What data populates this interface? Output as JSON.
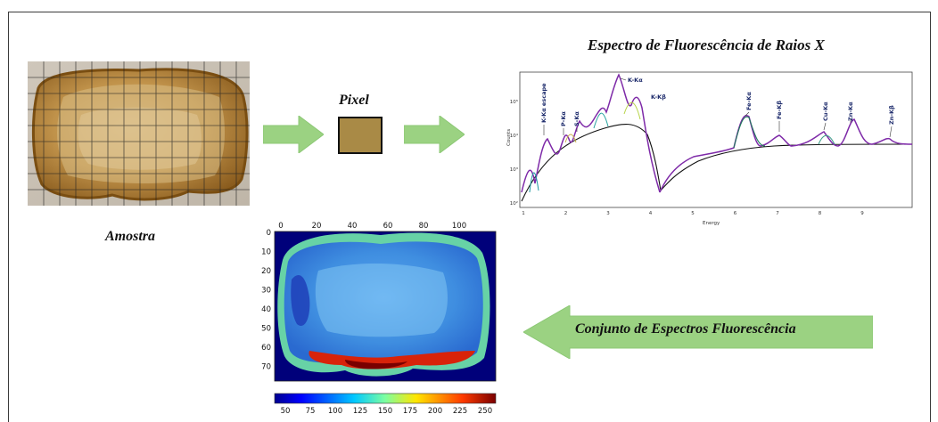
{
  "titles": {
    "spectrum": "Espectro de Fluorescência de Raios X",
    "pixel": "Pixel",
    "sample": "Amostra",
    "set": "Conjunto de Espectros Fluorescência"
  },
  "colors": {
    "arrow_fill": "#9bd282",
    "arrow_dark": "#7bbf63",
    "sample_amber": "#b58a3c",
    "pixel_fill": "#a98a46",
    "frame": "#3a3a3a"
  },
  "spectrum": {
    "peak_labels": [
      "K-Kα escape",
      "P-Kα",
      "S-Kα",
      "K-Kα",
      "K-Kβ",
      "Fe-Kα",
      "Fe-Kβ",
      "Cu-Kα",
      "Zn-Kα",
      "Zn-Kβ"
    ],
    "xlabel": "Energy",
    "ylabel": "Counts",
    "xticks": [
      "1",
      "2",
      "3",
      "4",
      "5",
      "6",
      "7",
      "8",
      "9"
    ],
    "yticks": [
      "10⁵",
      "10⁴",
      "10³",
      "10²"
    ]
  },
  "heatmap": {
    "xticks": [
      "0",
      "20",
      "40",
      "60",
      "80",
      "100"
    ],
    "yticks": [
      "0",
      "10",
      "20",
      "30",
      "40",
      "50",
      "60",
      "70"
    ],
    "colorbar_ticks": [
      "50",
      "75",
      "100",
      "125",
      "150",
      "175",
      "200",
      "225",
      "250"
    ]
  },
  "icons": {
    "arrow": "right-arrow-icon",
    "banner": "left-arrow-banner"
  }
}
